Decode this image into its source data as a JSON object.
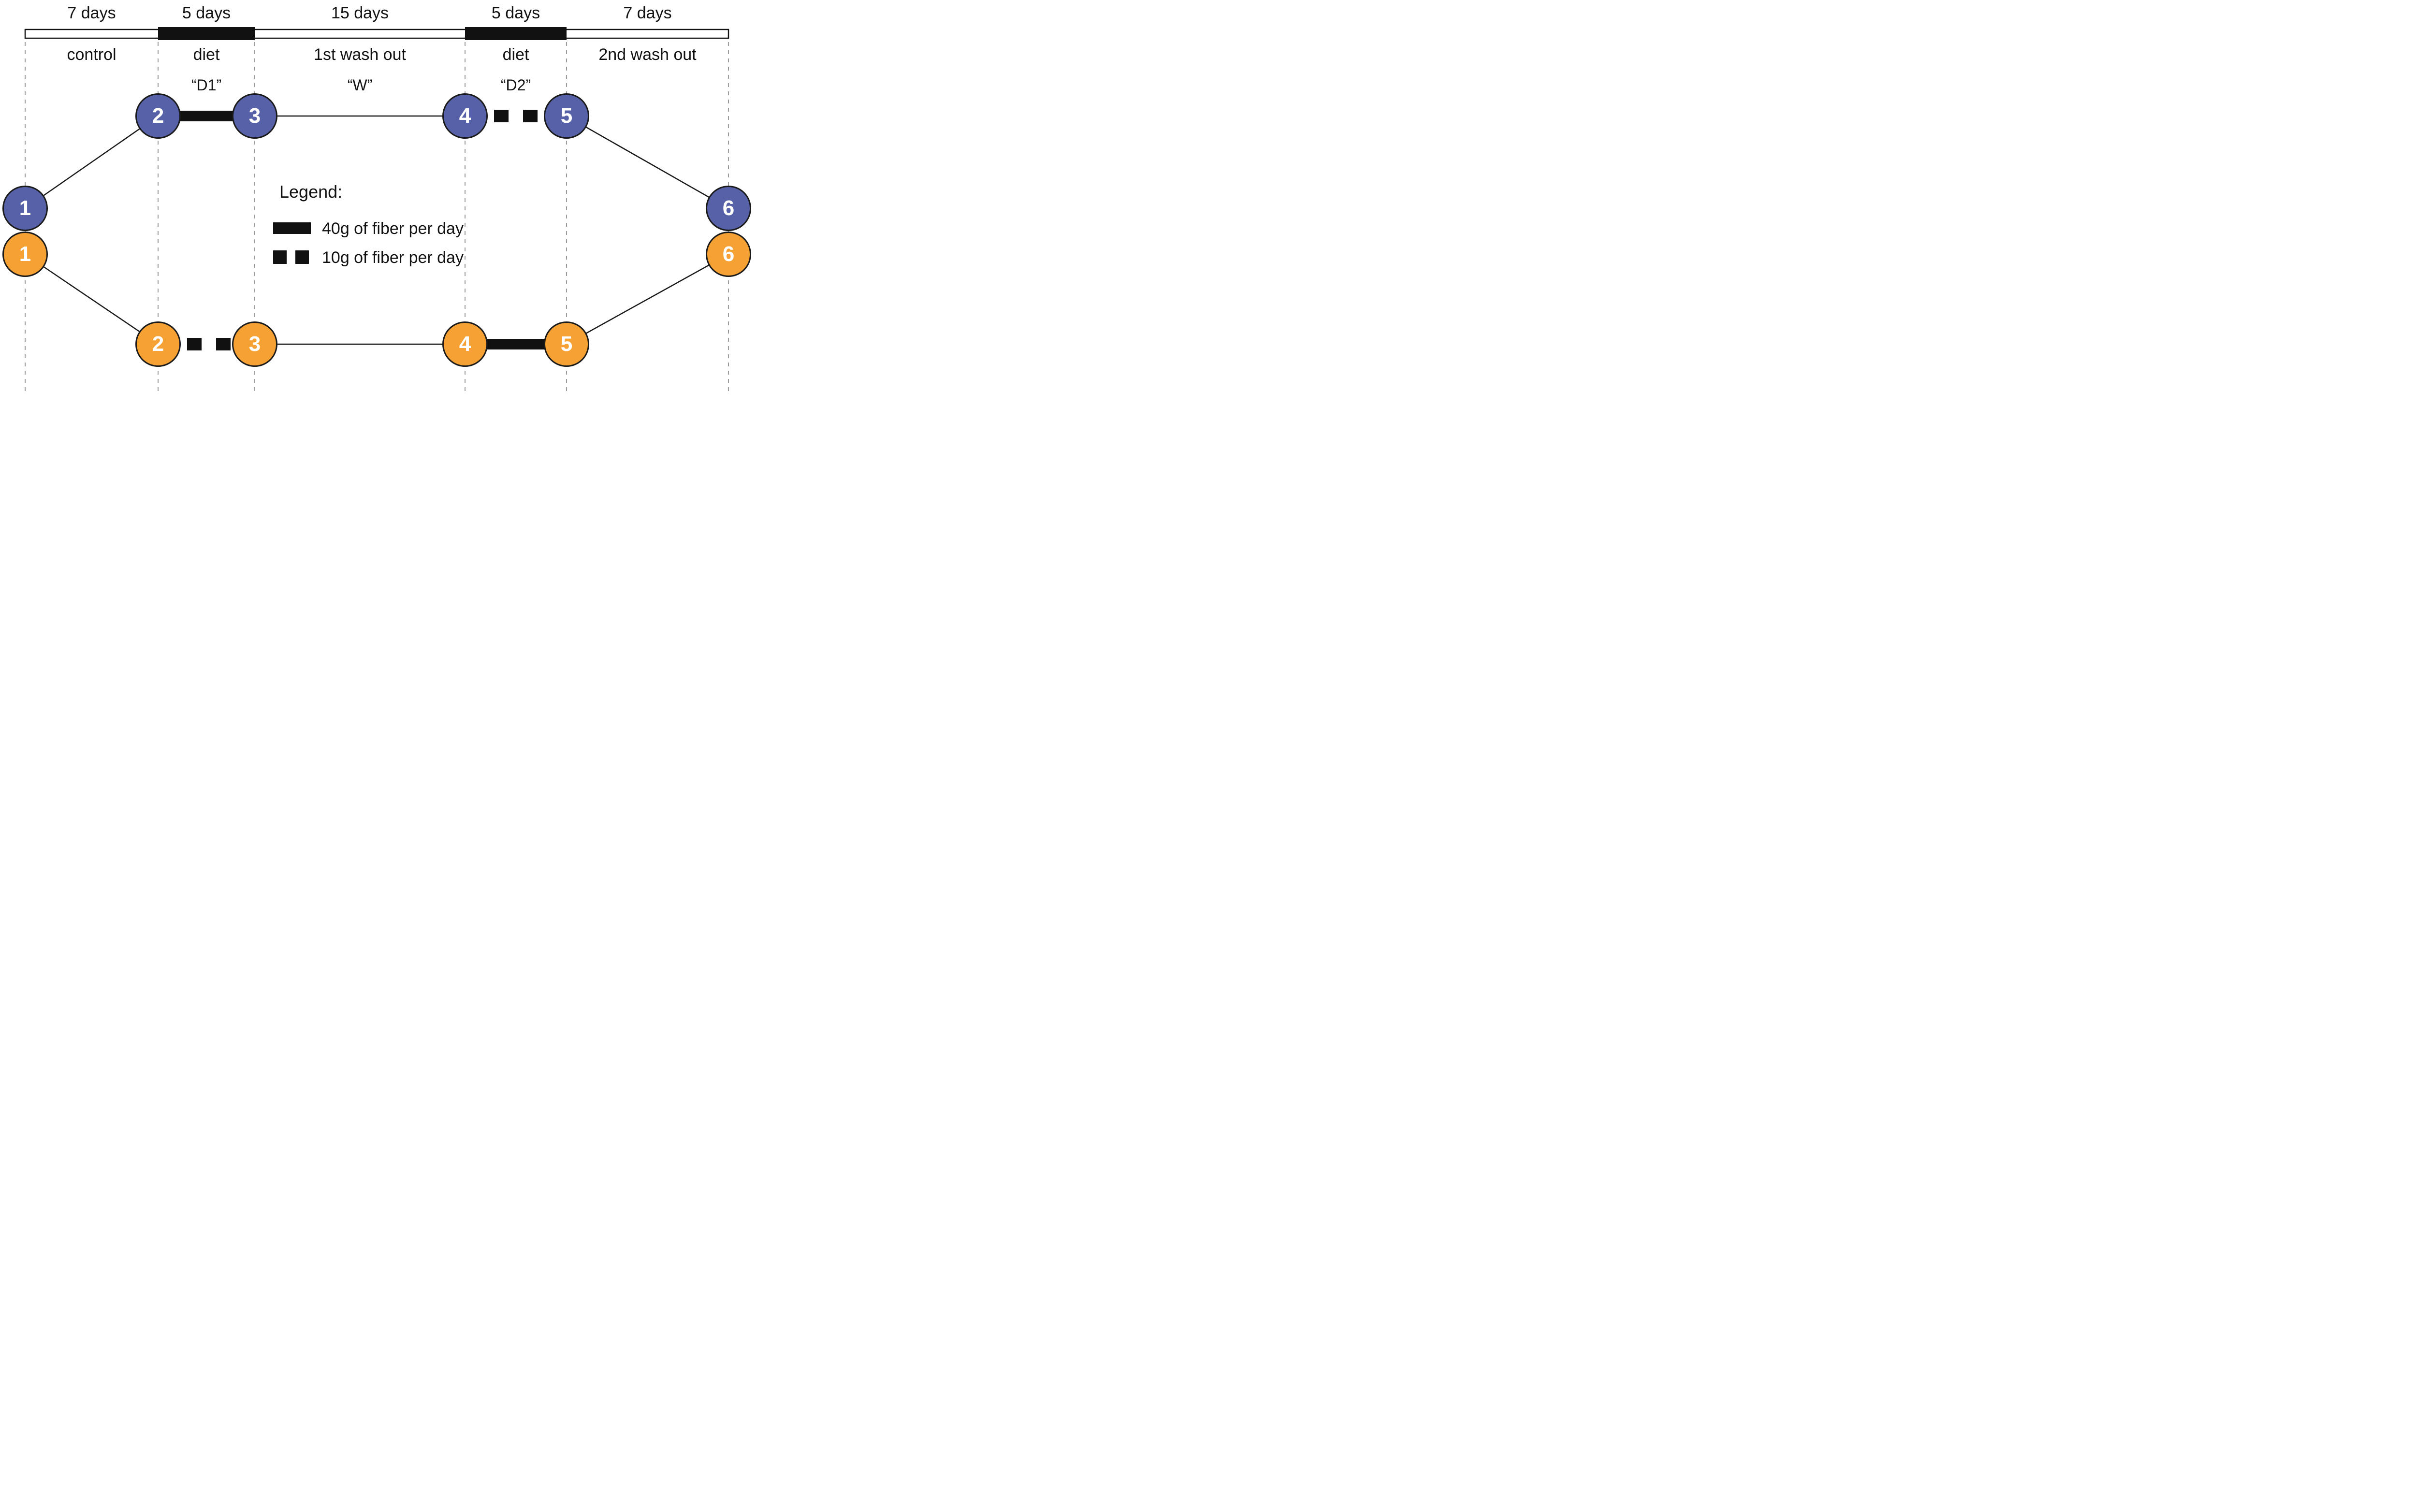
{
  "timeline": {
    "phases": [
      {
        "duration": "7 days",
        "label": "control",
        "code": ""
      },
      {
        "duration": "5 days",
        "label": "diet",
        "code": "“D1”"
      },
      {
        "duration": "15 days",
        "label": "1st wash out",
        "code": "“W”"
      },
      {
        "duration": "5 days",
        "label": "diet",
        "code": "“D2”"
      },
      {
        "duration": "7 days",
        "label": "2nd wash out",
        "code": ""
      }
    ],
    "bar_color": "#111111",
    "diet_segment_color": "#111111"
  },
  "arms": {
    "blue": {
      "color": "#5661a8",
      "nodes": [
        "1",
        "2",
        "3",
        "4",
        "5",
        "6"
      ],
      "segments": [
        "thin",
        "thick",
        "thin",
        "dashed",
        "thin"
      ]
    },
    "orange": {
      "color": "#f5a134",
      "nodes": [
        "1",
        "2",
        "3",
        "4",
        "5",
        "6"
      ],
      "segments": [
        "thin",
        "dashed",
        "thin",
        "thick",
        "thin"
      ]
    }
  },
  "legend": {
    "title": "Legend:",
    "items": [
      {
        "swatch": "thick-solid-bar",
        "label": "40g of fiber per day"
      },
      {
        "swatch": "dashed-squares",
        "label": "10g of fiber per day"
      }
    ]
  }
}
